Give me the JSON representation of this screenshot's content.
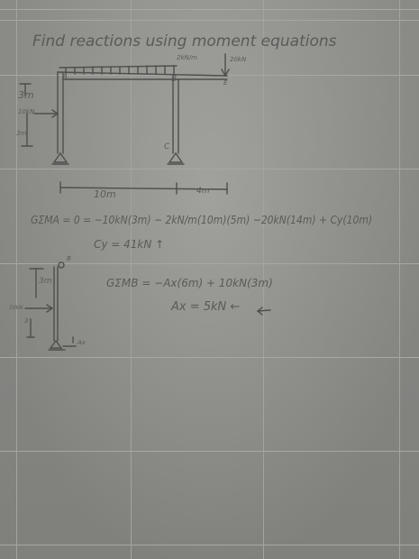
{
  "title": "Find reactions using moment equations",
  "frame": {
    "label_A": "A",
    "label_B": "B",
    "label_C": "C",
    "label_load_dist": "2kN/m",
    "label_load_point": "20kN",
    "label_point_end": "E",
    "label_left_load": "10kN",
    "label_dim_3m_top": "3m",
    "label_dim_3m_low": "3m",
    "label_span_10m": "10m",
    "label_span_4m": "4m"
  },
  "equations": {
    "sum_ma": "GΣMA = 0 = −10kN(3m) − 2kN/m(10m)(5m) −20kN(14m) + Cy(10m)",
    "cy_result": "Cy = 41kN ↑",
    "sum_mb": "GΣMB = −Ax(6m) + 10kN(3m)",
    "ax_result": "Ax = 5kN ←"
  },
  "fbd": {
    "label_b": "B",
    "label_3m": "3m",
    "label_load": "10kN",
    "label_3": "3",
    "label_ax": "Ax"
  }
}
